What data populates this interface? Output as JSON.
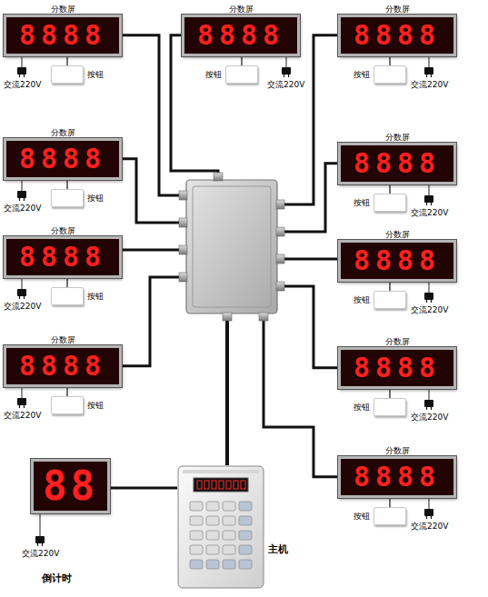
{
  "diagram": {
    "nodes": [
      {
        "text": [
          "分数屏",
          "8888"
        ]
      },
      {
        "text": [
          "按钮"
        ]
      },
      {
        "text": [
          "分数屏",
          "8888"
        ]
      },
      {
        "text": [
          "按钮"
        ]
      },
      {
        "text": [
          "分数屏",
          "8888"
        ]
      },
      {
        "text": [
          "按钮"
        ]
      },
      {
        "text": [
          "分数屏",
          "8888"
        ]
      },
      {
        "text": [
          "按钮"
        ]
      },
      {
        "text": [
          "分数屏",
          "8888"
        ]
      },
      {
        "text": [
          "按钮"
        ]
      },
      {
        "text": [
          "分数屏",
          "8888"
        ]
      },
      {
        "text": [
          "按钮"
        ]
      },
      {
        "text": [
          "分数屏",
          "8888"
        ]
      },
      {
        "text": [
          "按钮"
        ]
      },
      {
        "text": [
          "分数屏",
          "8888"
        ]
      },
      {
        "text": [
          "按钮"
        ]
      },
      {
        "text": [
          "分数屏",
          "8888"
        ]
      },
      {
        "text": [
          "按钮"
        ]
      },
      {
        "text": [
          "分数屏",
          "8888"
        ]
      },
      {
        "text": [
          "按钮"
        ]
      },
      {
        "text": [
          "88"
        ]
      },
      {
        "text": [
          "主机"
        ]
      }
    ],
    "edges": [
      {
        "from": 21,
        "to": 0,
        "arrow": "none"
      },
      {
        "from": 21,
        "to": 2,
        "arrow": "none"
      },
      {
        "from": 21,
        "to": 4,
        "arrow": "none"
      },
      {
        "from": 21,
        "to": 6,
        "arrow": "none"
      },
      {
        "from": 21,
        "to": 8,
        "arrow": "none"
      },
      {
        "from": 21,
        "to": 10,
        "arrow": "none"
      },
      {
        "from": 21,
        "to": 12,
        "arrow": "none"
      },
      {
        "from": 21,
        "to": 14,
        "arrow": "none"
      },
      {
        "from": 21,
        "to": 16,
        "arrow": "none"
      },
      {
        "from": 21,
        "to": 18,
        "arrow": "none"
      },
      {
        "from": 21,
        "to": 20,
        "arrow": "none"
      },
      {
        "from": 0,
        "to": 1,
        "arrow": "none"
      },
      {
        "from": 2,
        "to": 3,
        "arrow": "none"
      },
      {
        "from": 4,
        "to": 5,
        "arrow": "none"
      },
      {
        "from": 6,
        "to": 7,
        "arrow": "none"
      },
      {
        "from": 8,
        "to": 9,
        "arrow": "none"
      },
      {
        "from": 10,
        "to": 11,
        "arrow": "none"
      },
      {
        "from": 12,
        "to": 13,
        "arrow": "none"
      },
      {
        "from": 14,
        "to": 15,
        "arrow": "none"
      },
      {
        "from": 16,
        "to": 17,
        "arrow": "none"
      },
      {
        "from": 18,
        "to": 19,
        "arrow": "none"
      }
    ],
    "labels": [
      "交流220V",
      "交流220V",
      "交流220V",
      "交流220V",
      "交流220V",
      "交流220V",
      "交流220V",
      "交流220V",
      "交流220V",
      "交流220V",
      "交流220V",
      "倒计时"
    ]
  }
}
